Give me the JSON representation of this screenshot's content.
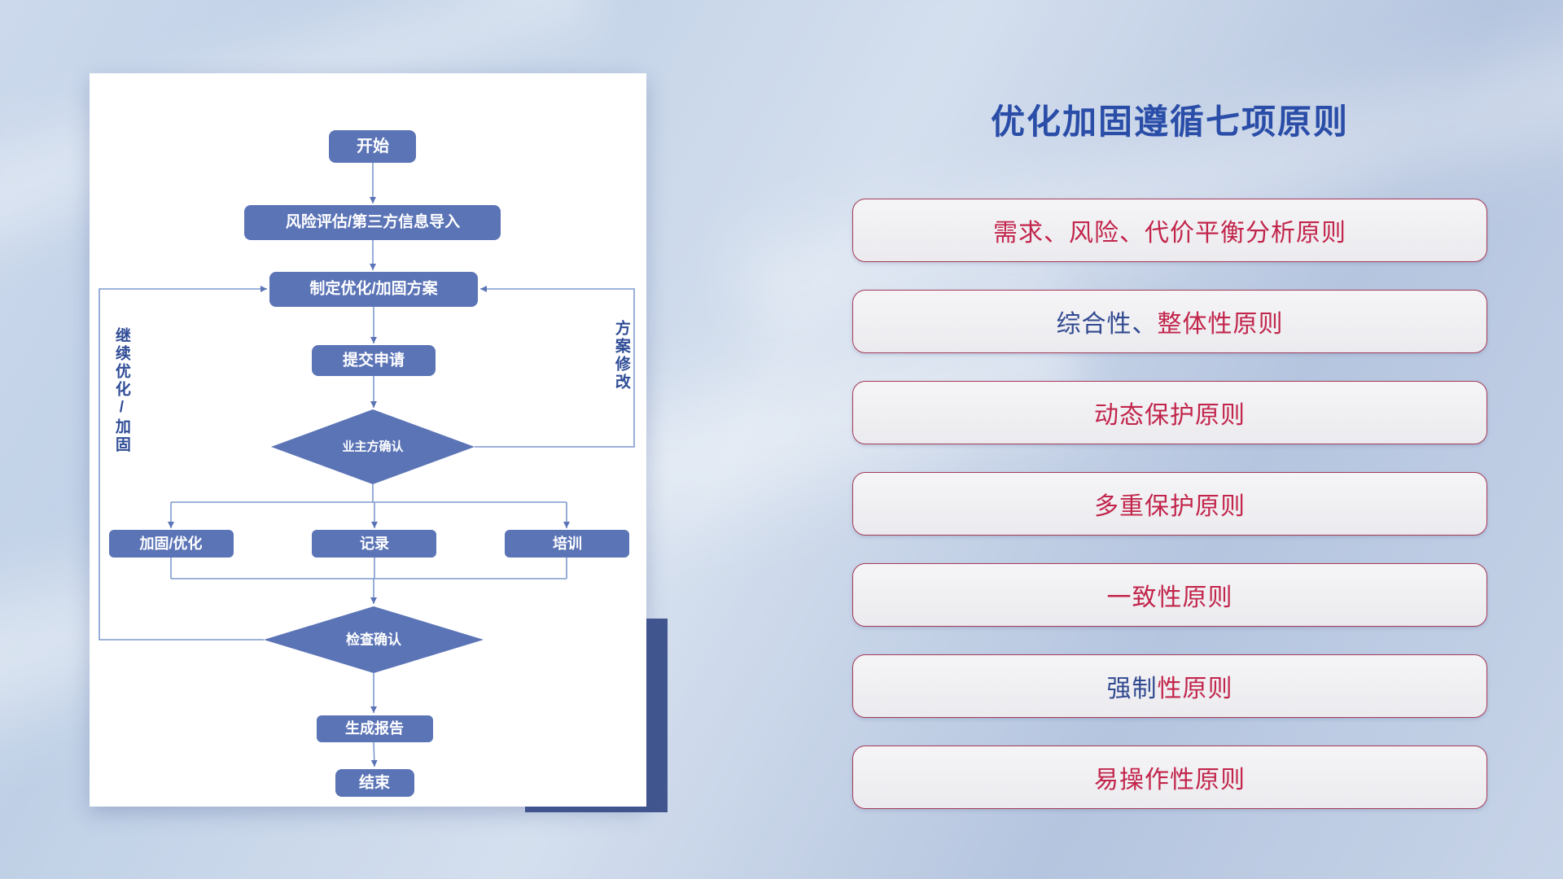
{
  "slide": {
    "title": "优化加固遵循七项原则"
  },
  "flowchart": {
    "nodes": {
      "start": "开始",
      "risk_import": "风险评估/第三方信息导入",
      "make_plan": "制定优化/加固方案",
      "submit": "提交申请",
      "owner_confirm": "业主方确认",
      "reinforce": "加固/优化",
      "record": "记录",
      "training": "培训",
      "check_confirm": "检查确认",
      "report": "生成报告",
      "end": "结束"
    },
    "labels": {
      "continue_loop": "继续优化/加固",
      "plan_modify": "方案修改"
    }
  },
  "principles": [
    {
      "parts": [
        {
          "text": "需求、风险、代价平衡分析原则",
          "cls": "p-red"
        }
      ]
    },
    {
      "parts": [
        {
          "text": "综合性、",
          "cls": "p-blue"
        },
        {
          "text": "整体性原则",
          "cls": "p-red"
        }
      ]
    },
    {
      "parts": [
        {
          "text": "动态保护原则",
          "cls": "p-red"
        }
      ]
    },
    {
      "parts": [
        {
          "text": "多重保护原则",
          "cls": "p-red"
        }
      ]
    },
    {
      "parts": [
        {
          "text": "一致性原则",
          "cls": "p-red"
        }
      ]
    },
    {
      "parts": [
        {
          "text": "强制",
          "cls": "p-blue"
        },
        {
          "text": "性原则",
          "cls": "p-red"
        }
      ]
    },
    {
      "parts": [
        {
          "text": "易操作性原则",
          "cls": "p-red"
        }
      ]
    }
  ],
  "colors": {
    "title_blue": "#2a4da8",
    "node_fill": "#5b74b6",
    "connector_blue": "#7e9ace",
    "principle_red": "#c2254b",
    "principle_blue": "#31498f",
    "shadow_navy": "#42568f"
  }
}
